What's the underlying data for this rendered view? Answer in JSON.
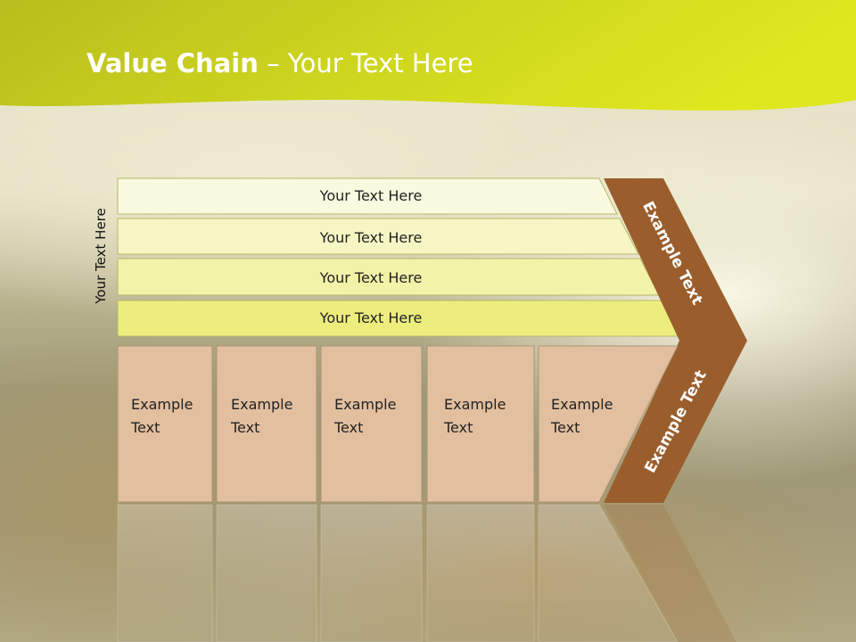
{
  "slide": {
    "title_bold": "Value Chain",
    "title_rest": " – Your Text Here",
    "side_label": "Your Text Here"
  },
  "support_rows": [
    {
      "label": "Your Text Here",
      "fill": "#fafae0"
    },
    {
      "label": "Your Text Here",
      "fill": "#f6f6c4"
    },
    {
      "label": "Your Text Here",
      "fill": "#f2f2a8"
    },
    {
      "label": "Your Text Here",
      "fill": "#eded7e"
    }
  ],
  "primary_cells": [
    {
      "line1": "Example",
      "line2": "Text"
    },
    {
      "line1": "Example",
      "line2": "Text"
    },
    {
      "line1": "Example",
      "line2": "Text"
    },
    {
      "line1": "Example",
      "line2": "Text"
    },
    {
      "line1": "Example",
      "line2": "Text"
    }
  ],
  "margin_chevron": {
    "top_label": "Example Text",
    "bottom_label": "Example Text",
    "fill": "#9a5e2c"
  },
  "colors": {
    "header_green": "#d7e01c",
    "primary_cell": "#e2bf9f",
    "row_stroke": "#b5b76a"
  }
}
